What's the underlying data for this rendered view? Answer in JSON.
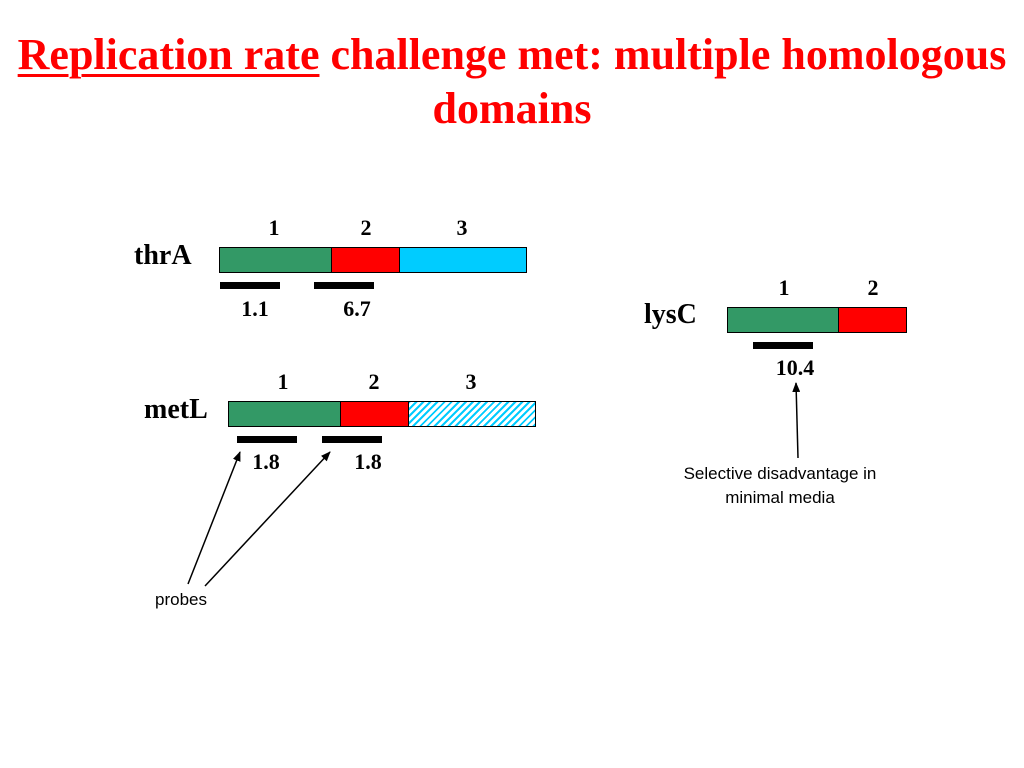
{
  "title": {
    "underlined_part": "Replication rate",
    "rest": " challenge met: multiple homologous domains"
  },
  "genes": {
    "thrA": {
      "label": "thrA",
      "domain_numbers": [
        "1",
        "2",
        "3"
      ],
      "probe_values": [
        "1.1",
        "6.7"
      ]
    },
    "metL": {
      "label": "metL",
      "domain_numbers": [
        "1",
        "2",
        "3"
      ],
      "probe_values": [
        "1.8",
        "1.8"
      ]
    },
    "lysC": {
      "label": "lysC",
      "domain_numbers": [
        "1",
        "2"
      ],
      "probe_values": [
        "10.4"
      ]
    }
  },
  "annotations": {
    "probes": "probes",
    "selective_note": "Selective disadvantage in minimal media"
  },
  "colors": {
    "title": "#ff0000",
    "domain_green": "#339966",
    "domain_red": "#ff0000",
    "domain_cyan": "#00ccff"
  }
}
